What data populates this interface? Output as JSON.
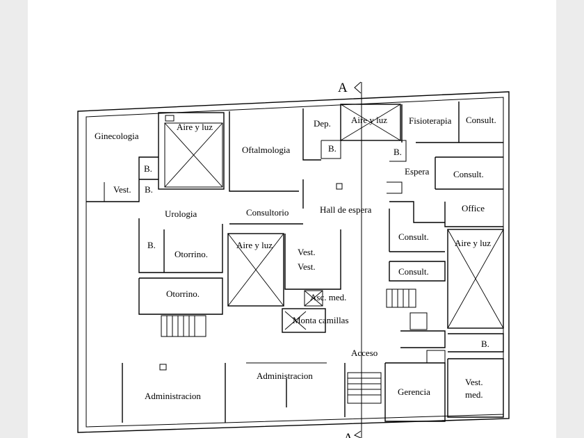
{
  "section_marker": "A",
  "rooms": {
    "ginecologia": "Ginecologia",
    "aire_luz_1": "Aire y luz",
    "oftalmologia": "Oftalmologia",
    "dep": "Dep.",
    "aire_luz_2": "Aire y luz",
    "fisioterapia": "Fisioterapia",
    "consult_1": "Consult.",
    "bano_1": "B.",
    "bano_2": "B.",
    "bano_3": "B.",
    "bano_4": "B.",
    "espera": "Espera",
    "consult_2": "Consult.",
    "vest_1": "Vest.",
    "hall": "Hall de espera",
    "office": "Office",
    "urologia": "Urologia",
    "consultorio": "Consultorio",
    "consult_3": "Consult.",
    "bano_5": "B.",
    "otorrino_1": "Otorrino.",
    "aire_luz_3": "Aire y luz",
    "vest_2": "Vest.",
    "vest_3": "Vest.",
    "aire_luz_4": "Aire y luz",
    "consult_4": "Consult.",
    "otorrino_2": "Otorrino.",
    "asc_med": "Asc. med.",
    "monta_camillas": "Monta camillas",
    "bano_6": "B.",
    "acceso": "Acceso",
    "administracion_1": "Administracion",
    "administracion_2": "Administracion",
    "gerencia": "Gerencia",
    "vest_med_1": "Vest.",
    "vest_med_2": "med."
  }
}
